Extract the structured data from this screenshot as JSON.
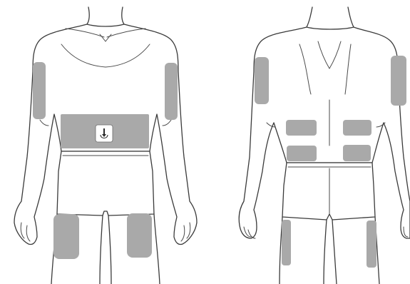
{
  "figure": {
    "views": [
      {
        "id": "front",
        "label": ""
      },
      {
        "id": "back",
        "label": ""
      }
    ]
  },
  "colors": {
    "background": "#ffffff",
    "outline": "#3a3a3a",
    "zone": "#a9a9a9",
    "device_body": "#ffffff"
  },
  "zones": {
    "front": [
      "upper-arm-left",
      "upper-arm-right",
      "abdomen",
      "thigh-left",
      "thigh-right"
    ],
    "back": [
      "upper-arm-left",
      "upper-arm-right",
      "lower-back-upper-left",
      "lower-back-upper-right",
      "lower-back-lower-left",
      "lower-back-lower-right",
      "back-thigh-left",
      "back-thigh-right"
    ]
  },
  "icons": {
    "device": "infusion-pod-icon"
  }
}
